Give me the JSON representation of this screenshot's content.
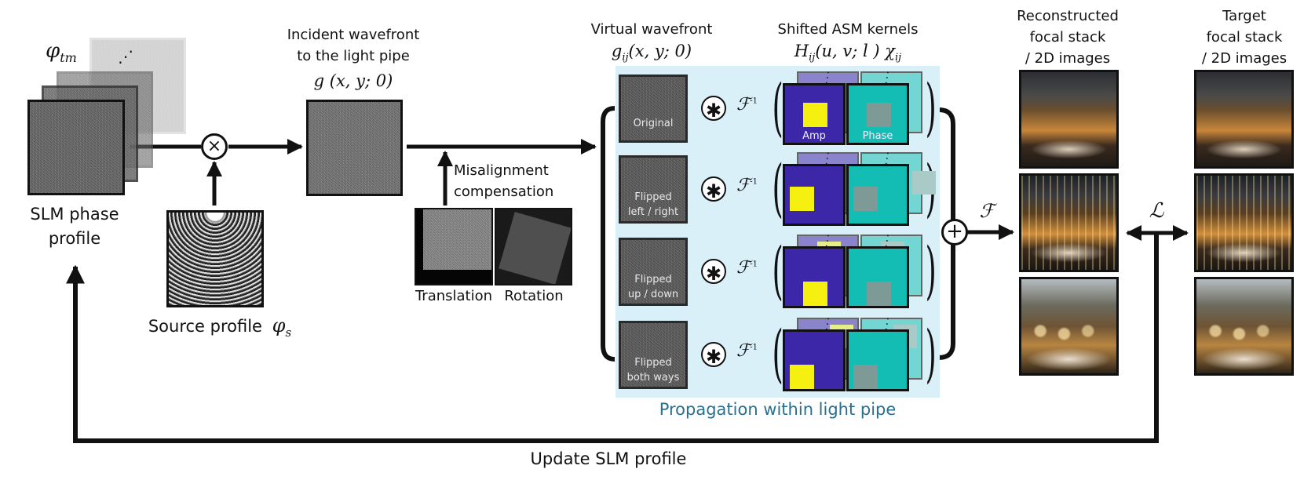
{
  "slm": {
    "symbol": "φ",
    "symbol_sub": "tm",
    "label_line1": "SLM phase",
    "label_line2": "profile",
    "stack_dots": "⋰"
  },
  "source": {
    "label": "Source profile",
    "symbol": "φ",
    "symbol_sub": "s"
  },
  "multiply_symbol": "×",
  "incident": {
    "label_line1": "Incident wavefront",
    "label_line2": "to the light pipe",
    "formula": "g (x, y; 0)"
  },
  "misalignment": {
    "label_line1": "Misalignment",
    "label_line2": "compensation",
    "translation_label": "Translation",
    "rotation_label": "Rotation"
  },
  "virtual_wavefront": {
    "label": "Virtual wavefront",
    "formula_main": "g",
    "formula_sub": "ij",
    "formula_rest": "(x, y; 0)"
  },
  "kernels": {
    "label": "Shifted ASM kernels",
    "formula_main": "H",
    "formula_sub": "ij",
    "formula_rest": "(u, v; l ) χ",
    "formula_sub2": "ij",
    "amp_label": "Amp",
    "phase_label": "Phase",
    "conv_symbol": "✱",
    "inverse_ft": "ℱ",
    "inverse_sup": "-1",
    "stack_dots": "⋰"
  },
  "wavefront_rows": [
    {
      "line1": "Original",
      "line2": ""
    },
    {
      "line1": "Flipped",
      "line2": "left / right"
    },
    {
      "line1": "Flipped",
      "line2": "up / down"
    },
    {
      "line1": "Flipped",
      "line2": "both ways"
    }
  ],
  "propagation_label": "Propagation within light pipe",
  "sum_symbol": "+",
  "forward_ft": "ℱ",
  "loss_symbol": "ℒ",
  "reconstructed": {
    "label_line1": "Reconstructed",
    "label_line2": "focal stack",
    "label_line3": "/ 2D images"
  },
  "target": {
    "label_line1": "Target",
    "label_line2": "focal stack",
    "label_line3": "/ 2D images"
  },
  "update_label": "Update SLM profile",
  "colors": {
    "amp_front": "#3b27a8",
    "phase_front": "#13bdb4",
    "panel_bg": "#d9f0f8",
    "propagation_text": "#2a6f8e",
    "yellow": "#f6f010"
  }
}
